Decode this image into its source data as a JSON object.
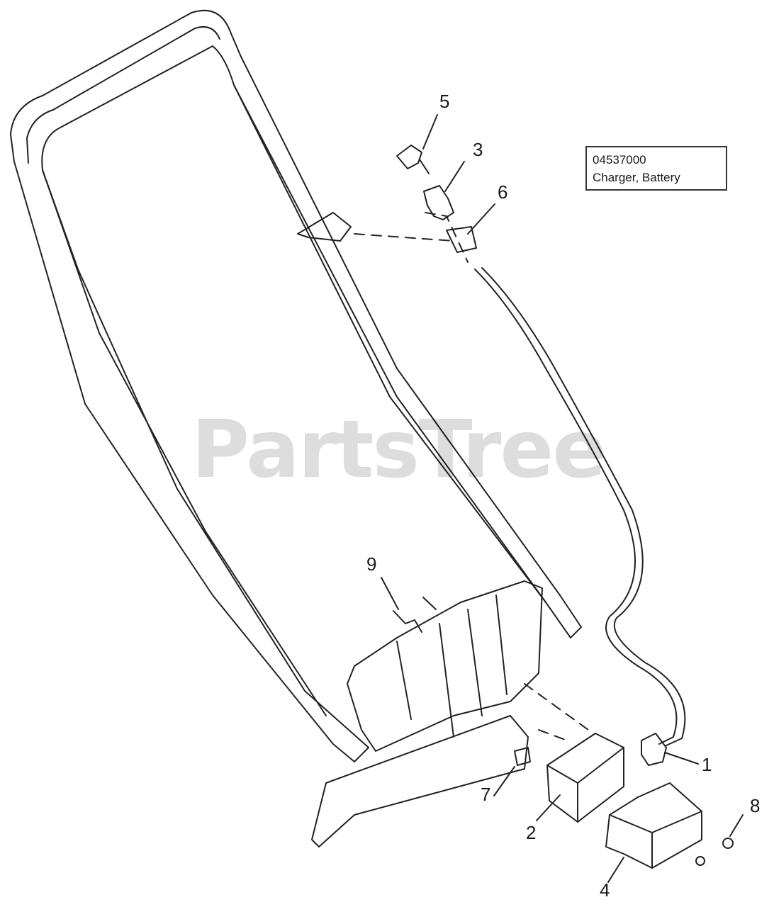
{
  "legend": {
    "part_number": "04537000",
    "description": "Charger, Battery"
  },
  "watermark": "PartsTree",
  "callouts": {
    "c1": "1",
    "c2": "2",
    "c3": "3",
    "c4": "4",
    "c5": "5",
    "c6": "6",
    "c7": "7",
    "c8": "8",
    "c9": "9"
  }
}
